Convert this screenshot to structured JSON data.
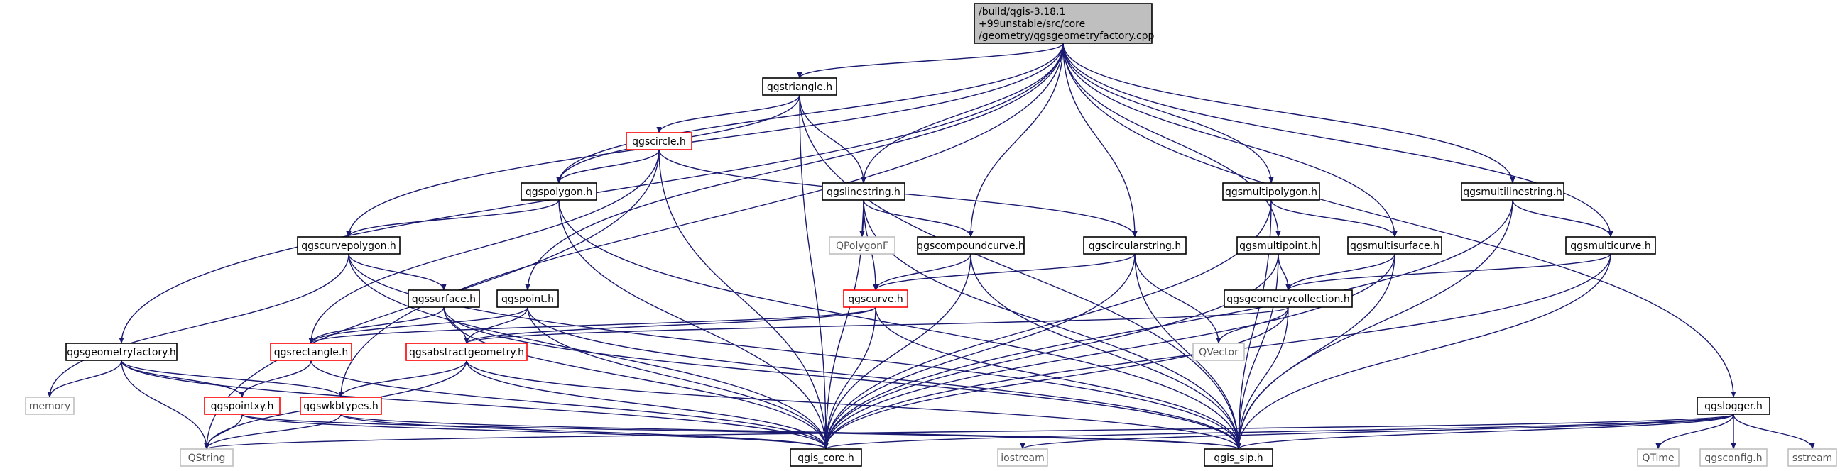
{
  "colors": {
    "edge": "#191970",
    "root_fill": "#bfbfbf",
    "normal_border": "#000000",
    "truncated_border": "#ff0000",
    "external_border": "#bfbfbf",
    "external_text": "#555555",
    "text": "#000000"
  },
  "nodes": [
    {
      "id": "root",
      "lines": [
        "/build/qgis-3.18.1",
        "+99unstable/src/core",
        "/geometry/qgsgeometryfactory.cpp"
      ],
      "kind": "root"
    },
    {
      "id": "qgstriangle",
      "lines": [
        "qgstriangle.h"
      ],
      "kind": "normal"
    },
    {
      "id": "qgscircle",
      "lines": [
        "qgscircle.h"
      ],
      "kind": "truncated"
    },
    {
      "id": "qgspolygon",
      "lines": [
        "qgspolygon.h"
      ],
      "kind": "normal"
    },
    {
      "id": "qgslinestring",
      "lines": [
        "qgslinestring.h"
      ],
      "kind": "normal"
    },
    {
      "id": "qgsmultipolygon",
      "lines": [
        "qgsmultipolygon.h"
      ],
      "kind": "normal"
    },
    {
      "id": "qgsmultilinestring",
      "lines": [
        "qgsmultilinestring.h"
      ],
      "kind": "normal"
    },
    {
      "id": "qgscurvepolygon",
      "lines": [
        "qgscurvepolygon.h"
      ],
      "kind": "normal"
    },
    {
      "id": "qpolygonf",
      "lines": [
        "QPolygonF"
      ],
      "kind": "external"
    },
    {
      "id": "qgscompoundcurve",
      "lines": [
        "qgscompoundcurve.h"
      ],
      "kind": "normal"
    },
    {
      "id": "qgscircularstring",
      "lines": [
        "qgscircularstring.h"
      ],
      "kind": "normal"
    },
    {
      "id": "qgsmultipoint",
      "lines": [
        "qgsmultipoint.h"
      ],
      "kind": "normal"
    },
    {
      "id": "qgsmultisurface",
      "lines": [
        "qgsmultisurface.h"
      ],
      "kind": "normal"
    },
    {
      "id": "qgsmulticurve",
      "lines": [
        "qgsmulticurve.h"
      ],
      "kind": "normal"
    },
    {
      "id": "qgssurface",
      "lines": [
        "qgssurface.h"
      ],
      "kind": "normal"
    },
    {
      "id": "qgspoint",
      "lines": [
        "qgspoint.h"
      ],
      "kind": "normal"
    },
    {
      "id": "qgscurve",
      "lines": [
        "qgscurve.h"
      ],
      "kind": "truncated"
    },
    {
      "id": "qgsgeometrycollection",
      "lines": [
        "qgsgeometrycollection.h"
      ],
      "kind": "normal"
    },
    {
      "id": "qgsgeometryfactory",
      "lines": [
        "qgsgeometryfactory.h"
      ],
      "kind": "normal"
    },
    {
      "id": "qgsrectangle",
      "lines": [
        "qgsrectangle.h"
      ],
      "kind": "truncated"
    },
    {
      "id": "qgsabstractgeometry",
      "lines": [
        "qgsabstractgeometry.h"
      ],
      "kind": "truncated"
    },
    {
      "id": "qvector",
      "lines": [
        "QVector"
      ],
      "kind": "external"
    },
    {
      "id": "memory",
      "lines": [
        "memory"
      ],
      "kind": "external"
    },
    {
      "id": "qgspointxy",
      "lines": [
        "qgspointxy.h"
      ],
      "kind": "truncated"
    },
    {
      "id": "qgswkbtypes",
      "lines": [
        "qgswkbtypes.h"
      ],
      "kind": "truncated"
    },
    {
      "id": "qgslogger",
      "lines": [
        "qgslogger.h"
      ],
      "kind": "normal"
    },
    {
      "id": "qstring",
      "lines": [
        "QString"
      ],
      "kind": "external"
    },
    {
      "id": "qgis_core",
      "lines": [
        "qgis_core.h"
      ],
      "kind": "normal"
    },
    {
      "id": "iostream",
      "lines": [
        "iostream"
      ],
      "kind": "external"
    },
    {
      "id": "qgis_sip",
      "lines": [
        "qgis_sip.h"
      ],
      "kind": "normal"
    },
    {
      "id": "qtime",
      "lines": [
        "QTime"
      ],
      "kind": "external"
    },
    {
      "id": "qgsconfig",
      "lines": [
        "qgsconfig.h"
      ],
      "kind": "external"
    },
    {
      "id": "sstream",
      "lines": [
        "sstream"
      ],
      "kind": "external"
    }
  ],
  "edges": [
    [
      "root",
      "qgstriangle"
    ],
    [
      "root",
      "qgspolygon"
    ],
    [
      "root",
      "qgslinestring"
    ],
    [
      "root",
      "qgsmultipolygon"
    ],
    [
      "root",
      "qgsmultilinestring"
    ],
    [
      "root",
      "qgscurvepolygon"
    ],
    [
      "root",
      "qgscompoundcurve"
    ],
    [
      "root",
      "qgscircularstring"
    ],
    [
      "root",
      "qgsmultipoint"
    ],
    [
      "root",
      "qgsmultisurface"
    ],
    [
      "root",
      "qgsmulticurve"
    ],
    [
      "root",
      "qgspoint"
    ],
    [
      "root",
      "qgsgeometryfactory"
    ],
    [
      "root",
      "qgswkbtypes"
    ],
    [
      "root",
      "qgslogger"
    ],
    [
      "qgstriangle",
      "qgscircle"
    ],
    [
      "qgstriangle",
      "qgspolygon"
    ],
    [
      "qgstriangle",
      "qgslinestring"
    ],
    [
      "qgstriangle",
      "qgis_core"
    ],
    [
      "qgstriangle",
      "qgis_sip"
    ],
    [
      "qgscircle",
      "qgspolygon"
    ],
    [
      "qgscircle",
      "qgscircularstring"
    ],
    [
      "qgscircle",
      "qgsrectangle"
    ],
    [
      "qgscircle",
      "qgstring_placeholder"
    ],
    [
      "qgscircle",
      "qstring"
    ],
    [
      "qgscircle",
      "qgis_core"
    ],
    [
      "qgspolygon",
      "qgscurvepolygon"
    ],
    [
      "qgspolygon",
      "qgis_core"
    ],
    [
      "qgspolygon",
      "qgis_sip"
    ],
    [
      "qgslinestring",
      "qpolygonf"
    ],
    [
      "qgslinestring",
      "qgscompoundcurve"
    ],
    [
      "qgslinestring",
      "qgscurve"
    ],
    [
      "qgslinestring",
      "qgis_core"
    ],
    [
      "qgslinestring",
      "qgis_sip"
    ],
    [
      "qgsmultipolygon",
      "qgsmultisurface"
    ],
    [
      "qgsmultipolygon",
      "qgis_core"
    ],
    [
      "qgsmultipolygon",
      "qgis_sip"
    ],
    [
      "qgsmultilinestring",
      "qgsmulticurve"
    ],
    [
      "qgsmultilinestring",
      "qgis_core"
    ],
    [
      "qgsmultilinestring",
      "qgis_sip"
    ],
    [
      "qgscurvepolygon",
      "qgssurface"
    ],
    [
      "qgscurvepolygon",
      "memory"
    ],
    [
      "qgscurvepolygon",
      "qgis_core"
    ],
    [
      "qgscurvepolygon",
      "qgis_sip"
    ],
    [
      "qgscompoundcurve",
      "qgscurve"
    ],
    [
      "qgscompoundcurve",
      "qgis_core"
    ],
    [
      "qgscompoundcurve",
      "qgis_sip"
    ],
    [
      "qgscircularstring",
      "qgscurve"
    ],
    [
      "qgscircularstring",
      "qvector"
    ],
    [
      "qgscircularstring",
      "qgis_core"
    ],
    [
      "qgscircularstring",
      "qgis_sip"
    ],
    [
      "qgsmultipoint",
      "qgsgeometrycollection"
    ],
    [
      "qgsmultipoint",
      "qgis_core"
    ],
    [
      "qgsmultipoint",
      "qgis_sip"
    ],
    [
      "qgsmultisurface",
      "qgsgeometrycollection"
    ],
    [
      "qgsmultisurface",
      "qgis_core"
    ],
    [
      "qgsmultisurface",
      "qgis_sip"
    ],
    [
      "qgsmulticurve",
      "qgsgeometrycollection"
    ],
    [
      "qgsmulticurve",
      "qgis_core"
    ],
    [
      "qgsmulticurve",
      "qgis_sip"
    ],
    [
      "qgssurface",
      "qgsrectangle"
    ],
    [
      "qgssurface",
      "qgsabstractgeometry"
    ],
    [
      "qgssurface",
      "qgis_core"
    ],
    [
      "qgssurface",
      "qgis_sip"
    ],
    [
      "qgspoint",
      "qgsrectangle"
    ],
    [
      "qgspoint",
      "qgsabstractgeometry"
    ],
    [
      "qgspoint",
      "qgis_core"
    ],
    [
      "qgspoint",
      "qgis_sip"
    ],
    [
      "qgscurve",
      "qgsrectangle"
    ],
    [
      "qgscurve",
      "qgsabstractgeometry"
    ],
    [
      "qgscurve",
      "qgis_core"
    ],
    [
      "qgscurve",
      "qgis_sip"
    ],
    [
      "qgsgeometrycollection",
      "qgsabstractgeometry"
    ],
    [
      "qgsgeometrycollection",
      "qvector"
    ],
    [
      "qgsgeometrycollection",
      "qgis_core"
    ],
    [
      "qgsgeometrycollection",
      "qgis_sip"
    ],
    [
      "qgsgeometryfactory",
      "memory"
    ],
    [
      "qgsgeometryfactory",
      "qgspointxy"
    ],
    [
      "qgsgeometryfactory",
      "qgswkbtypes"
    ],
    [
      "qgsgeometryfactory",
      "qstring"
    ],
    [
      "qgsgeometryfactory",
      "qgis_core"
    ],
    [
      "qgsrectangle",
      "qgspointxy"
    ],
    [
      "qgsrectangle",
      "qgis_core"
    ],
    [
      "qgsabstractgeometry",
      "qgswkbtypes"
    ],
    [
      "qgsabstractgeometry",
      "qstring"
    ],
    [
      "qgsabstractgeometry",
      "qgis_core"
    ],
    [
      "qgsabstractgeometry",
      "qgis_sip"
    ],
    [
      "qgspointxy",
      "qstring"
    ],
    [
      "qgspointxy",
      "qgis_core"
    ],
    [
      "qgspointxy",
      "qgis_sip"
    ],
    [
      "qgswkbtypes",
      "qstring"
    ],
    [
      "qgswkbtypes",
      "qgis_core"
    ],
    [
      "qgswkbtypes",
      "qgis_sip"
    ],
    [
      "qgslogger",
      "iostream"
    ],
    [
      "qgslogger",
      "qstring"
    ],
    [
      "qgslogger",
      "qgis_core"
    ],
    [
      "qgslogger",
      "qgis_sip"
    ],
    [
      "qgslogger",
      "qtime"
    ],
    [
      "qgslogger",
      "qgsconfig"
    ],
    [
      "qgslogger",
      "sstream"
    ]
  ]
}
